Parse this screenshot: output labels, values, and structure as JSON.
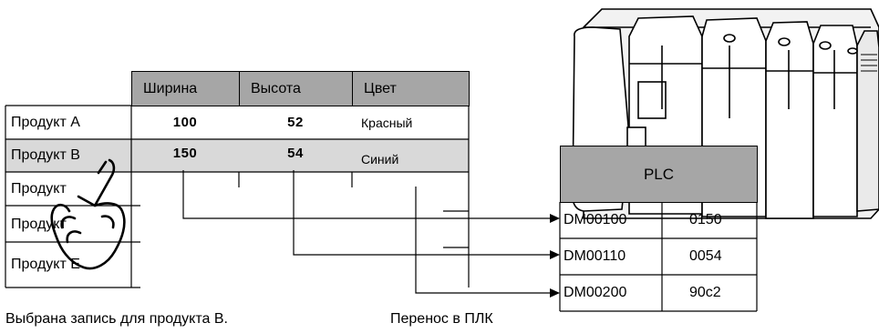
{
  "table": {
    "headers": [
      "Ширина",
      "Высота",
      "Цвет"
    ],
    "rows": [
      {
        "label": "Продукт A",
        "width": "100",
        "height": "52",
        "color": "Красный"
      },
      {
        "label": "Продукт B",
        "width": "150",
        "height": "54",
        "color": "Синий"
      },
      {
        "label": "Продукт",
        "width": "",
        "height": "",
        "color": ""
      },
      {
        "label": "Продукт",
        "width": "",
        "height": "",
        "color": ""
      },
      {
        "label": "Продукт E",
        "width": "",
        "height": "",
        "color": ""
      }
    ]
  },
  "plc": {
    "title": "PLC",
    "rows": [
      {
        "address": "DM00100",
        "value": "0150"
      },
      {
        "address": "DM00110",
        "value": "0054"
      },
      {
        "address": "DM00200",
        "value": "90c2"
      }
    ]
  },
  "captions": {
    "selected": "Выбрана запись для продукта B.",
    "transfer": "Перенос в ПЛК"
  },
  "colors": {
    "header_fill": "#a6a6a6",
    "selected_row_fill": "#d9d9d9",
    "line": "#000000"
  },
  "icons": [
    "pointing-hand-icon",
    "plc-hardware-icon"
  ]
}
